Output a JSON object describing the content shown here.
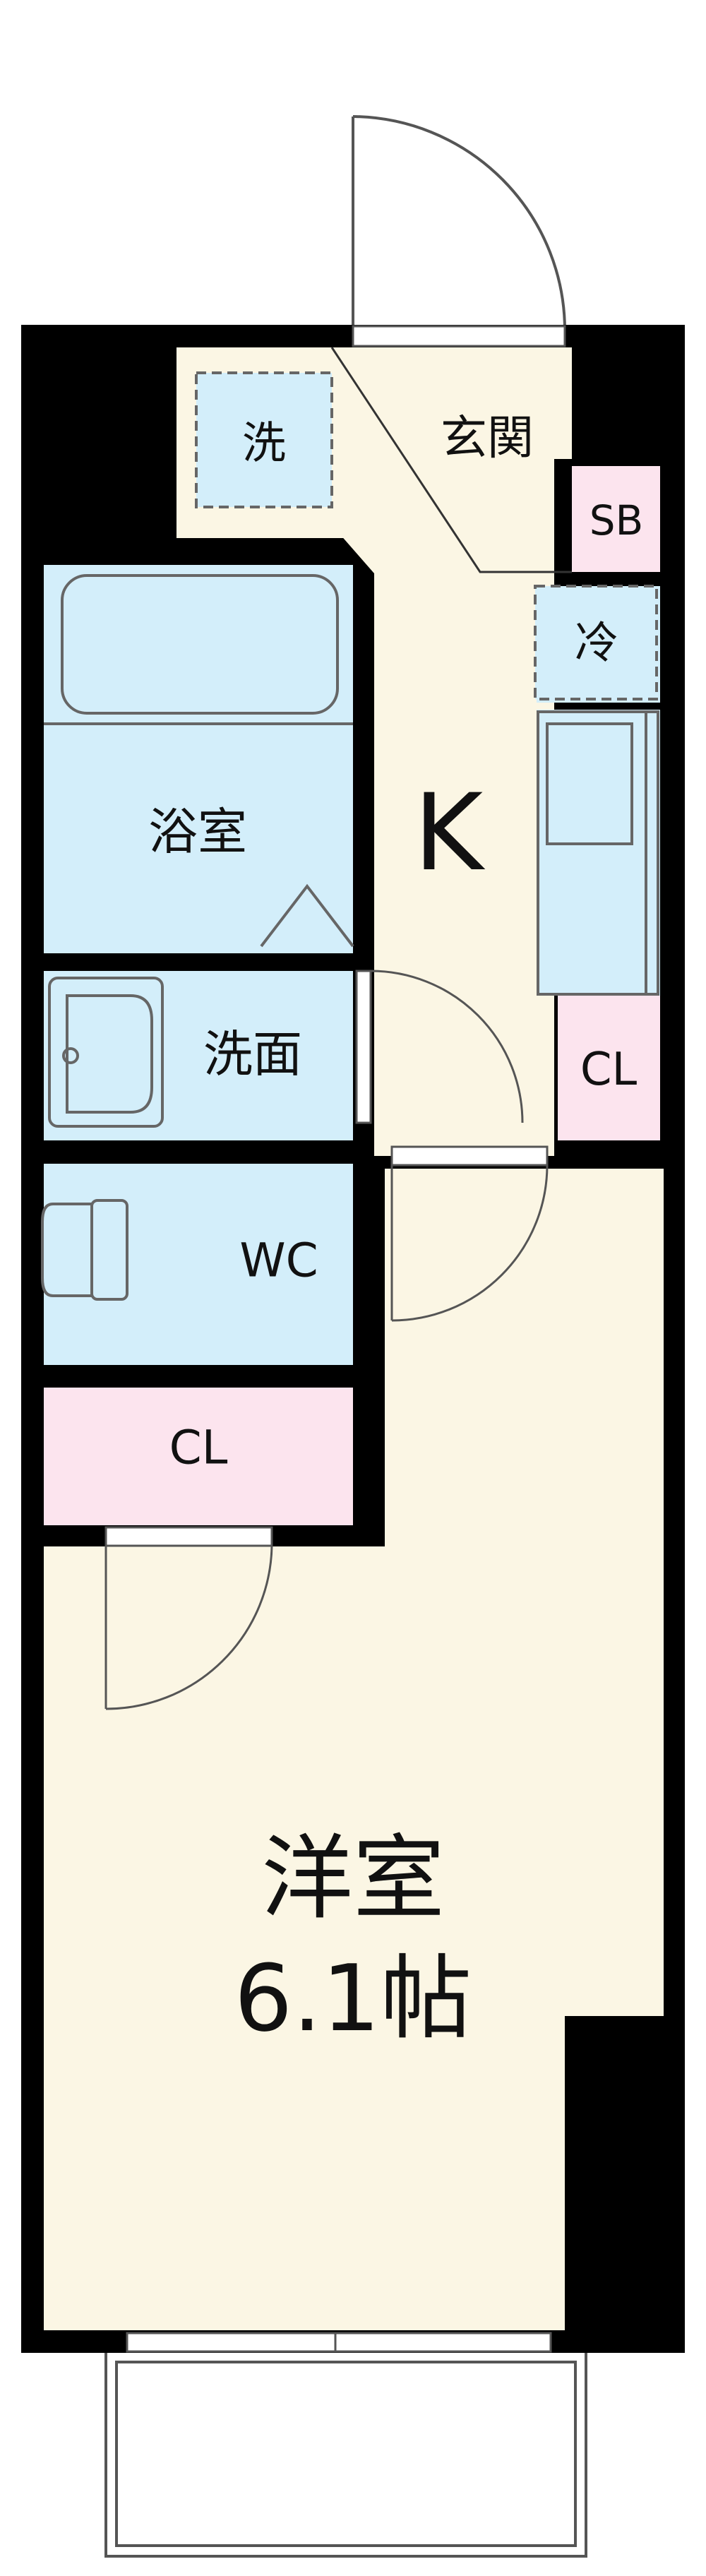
{
  "rooms": {
    "laundry": "洗",
    "entrance": "玄関",
    "shoe_box": "SB",
    "fridge": "冷",
    "kitchen": "K",
    "bath": "浴室",
    "washroom": "洗面",
    "closet_kitchen": "CL",
    "toilet": "WC",
    "closet_hall": "CL",
    "western_room": "洋室",
    "western_room_size": "6.1帖"
  },
  "colors": {
    "wall": "#000000",
    "floor_beige": "#fbf6e4",
    "wet_blue": "#d3eefa",
    "closet_pink": "#fce4ee",
    "fixture_line": "#666666",
    "outline": "#555555"
  }
}
